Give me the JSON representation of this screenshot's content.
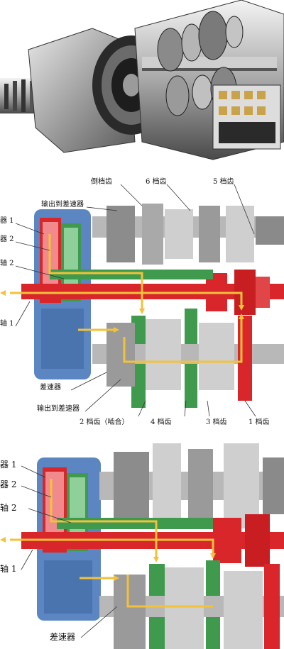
{
  "diagram": {
    "mid_labels": {
      "reverse_gear": "倒档齿",
      "gear6": "6 档齿",
      "gear5": "5 档齿",
      "output_to_diff_top": "输出到差速器",
      "clutch1": "器 1",
      "clutch2": "器 2",
      "shaft2": "轴 2",
      "shaft1": "轴 1",
      "differential": "差速器",
      "output_to_diff_bottom": "输出到差速器",
      "gear2": "2 档齿（啮合）",
      "gear4": "4 档齿",
      "gear3": "3 档齿",
      "gear1": "1 档齿"
    },
    "bot_labels": {
      "clutch1": "器 1",
      "clutch2": "器 2",
      "shaft2": "轴 2",
      "shaft1": "轴 1",
      "differential": "差速器"
    },
    "colors": {
      "red": "#d8262a",
      "green": "#3f9a4e",
      "blue": "#5b86c2",
      "yellow": "#f2c23a",
      "grey": "#9a9a9a"
    }
  }
}
